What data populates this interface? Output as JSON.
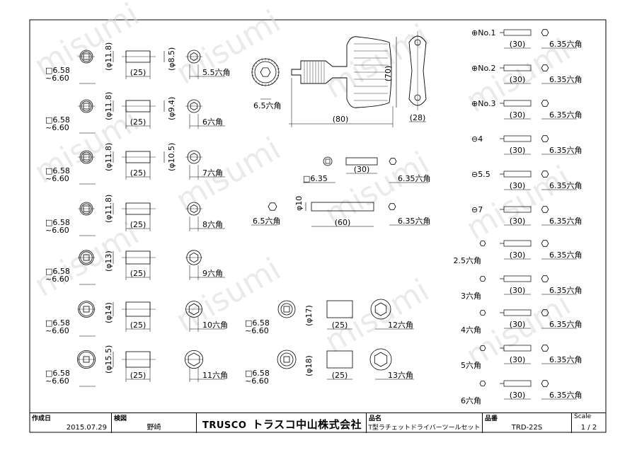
{
  "watermark": "misumi",
  "rows": [
    {
      "sq": "□6.58",
      "sq2": "~6.60",
      "dia": "(φ11.8)",
      "len": "(25)",
      "inner": "(φ8.5)",
      "hex": "5.5六角"
    },
    {
      "sq": "□6.58",
      "sq2": "~6.60",
      "dia": "(φ11.8)",
      "len": "(25)",
      "inner": "(φ9.4)",
      "hex": "6六角"
    },
    {
      "sq": "□6.58",
      "sq2": "~6.60",
      "dia": "(φ11.8)",
      "len": "(25)",
      "inner": "(φ10.5)",
      "hex": "7六角"
    },
    {
      "sq": "□6.58",
      "sq2": "~6.60",
      "dia": "(φ11.8)",
      "len": "(25)",
      "inner": "",
      "hex": "8六角"
    },
    {
      "sq": "□6.58",
      "sq2": "~6.60",
      "dia": "(φ13)",
      "len": "(25)",
      "inner": "",
      "hex": "9六角"
    },
    {
      "sq": "□6.58",
      "sq2": "~6.60",
      "dia": "(φ14)",
      "len": "(25)",
      "inner": "",
      "hex": "10六角"
    },
    {
      "sq": "□6.58",
      "sq2": "~6.60",
      "dia": "(φ15.5)",
      "len": "(25)",
      "inner": "",
      "hex": "11六角"
    }
  ],
  "big_sockets": [
    {
      "sq": "□6.58",
      "sq2": "~6.60",
      "dia": "(φ17)",
      "len": "(25)",
      "hex": "12六角"
    },
    {
      "sq": "□6.58",
      "sq2": "~6.60",
      "dia": "(φ18)",
      "len": "(25)",
      "hex": "13六角"
    }
  ],
  "handle": {
    "hex": "6.5六角",
    "w": "(80)",
    "h": "(70)",
    "t": "(28)"
  },
  "adapter": {
    "sq": "□6.35",
    "len": "(30)",
    "hex": "6.35六角"
  },
  "extension": {
    "hex": "6.5六角",
    "dia": "φ10",
    "len": "(60)",
    "hex2": "6.35六角"
  },
  "bits": [
    {
      "label": "⊕No.1",
      "len": "(30)",
      "hex": "6.35六角"
    },
    {
      "label": "⊕No.2",
      "len": "(30)",
      "hex": "6.35六角"
    },
    {
      "label": "⊕No.3",
      "len": "(30)",
      "hex": "6.35六角"
    },
    {
      "label": "⊖4",
      "len": "(30)",
      "hex": "6.35六角"
    },
    {
      "label": "⊖5.5",
      "len": "(30)",
      "hex": "6.35六角"
    },
    {
      "label": "⊖7",
      "len": "(30)",
      "hex": "6.35六角"
    },
    {
      "label": "2.5六角",
      "len": "(30)",
      "hex": "6.35六角"
    },
    {
      "label": "3六角",
      "len": "(30)",
      "hex": "6.35六角"
    },
    {
      "label": "4六角",
      "len": "(30)",
      "hex": "6.35六角"
    },
    {
      "label": "5六角",
      "len": "(30)",
      "hex": "6.35六角"
    },
    {
      "label": "6六角",
      "len": "(30)",
      "hex": "6.35六角"
    }
  ],
  "title_block": {
    "created_label": "作成日",
    "created_value": "2015.07.29",
    "checked_label": "検図",
    "checked_value": "野崎",
    "brand": "TRUSCO",
    "company": "トラスコ中山株式会社",
    "product_label": "品名",
    "product_value": "T型ラチェットドライバーツールセット",
    "code_label": "品番",
    "code_value": "TRD-22S",
    "scale_label": "Scale",
    "scale_value": "1 / 2"
  }
}
